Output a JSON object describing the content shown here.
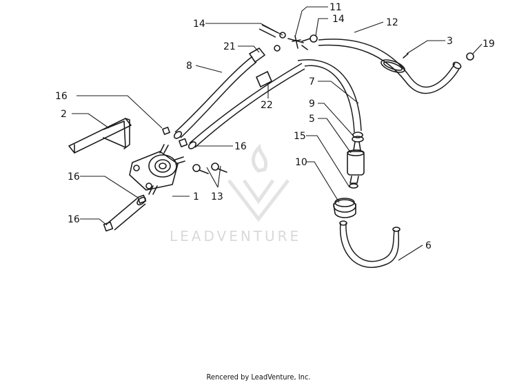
{
  "diagram": {
    "callouts": {
      "c1": "1",
      "c2": "2",
      "c3": "3",
      "c5": "5",
      "c6": "6",
      "c7": "7",
      "c8": "8",
      "c9": "9",
      "c10": "10",
      "c11": "11",
      "c12": "12",
      "c13": "13",
      "c14a": "14",
      "c14b": "14",
      "c15": "15",
      "c16a": "16",
      "c16b": "16",
      "c16c": "16",
      "c16d": "16",
      "c19": "19",
      "c21": "21",
      "c22": "22"
    },
    "watermark": "LEADVENTURE"
  },
  "footer": {
    "credit": "Rencered by LeadVenture, Inc."
  }
}
